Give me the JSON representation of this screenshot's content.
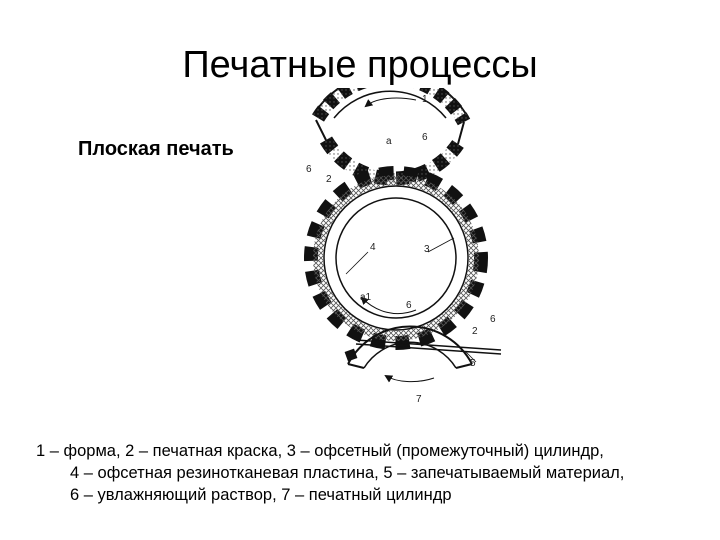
{
  "slide": {
    "title": "Печатные процессы",
    "subtitle": "Плоская печать"
  },
  "diagram": {
    "labels": {
      "l1": "1",
      "la": "а",
      "l6a": "6",
      "l6b": "6",
      "l2a": "2",
      "l4": "4",
      "l3": "3",
      "la1": "а1",
      "l6c": "6",
      "l6d": "6",
      "l2b": "2",
      "l5": "5",
      "l7": "7"
    },
    "colors": {
      "ink": "#111111",
      "hatch": "#555555"
    }
  },
  "caption": {
    "line1": "1 – форма, 2 – печатная краска, 3 – офсетный (промежуточный) цилиндр,",
    "line2": "4 – офсетная резинотканевая пластина, 5 – запечатываемый материал,",
    "line3": "6 – увлажняющий раствор, 7 – печатный цилиндр"
  }
}
